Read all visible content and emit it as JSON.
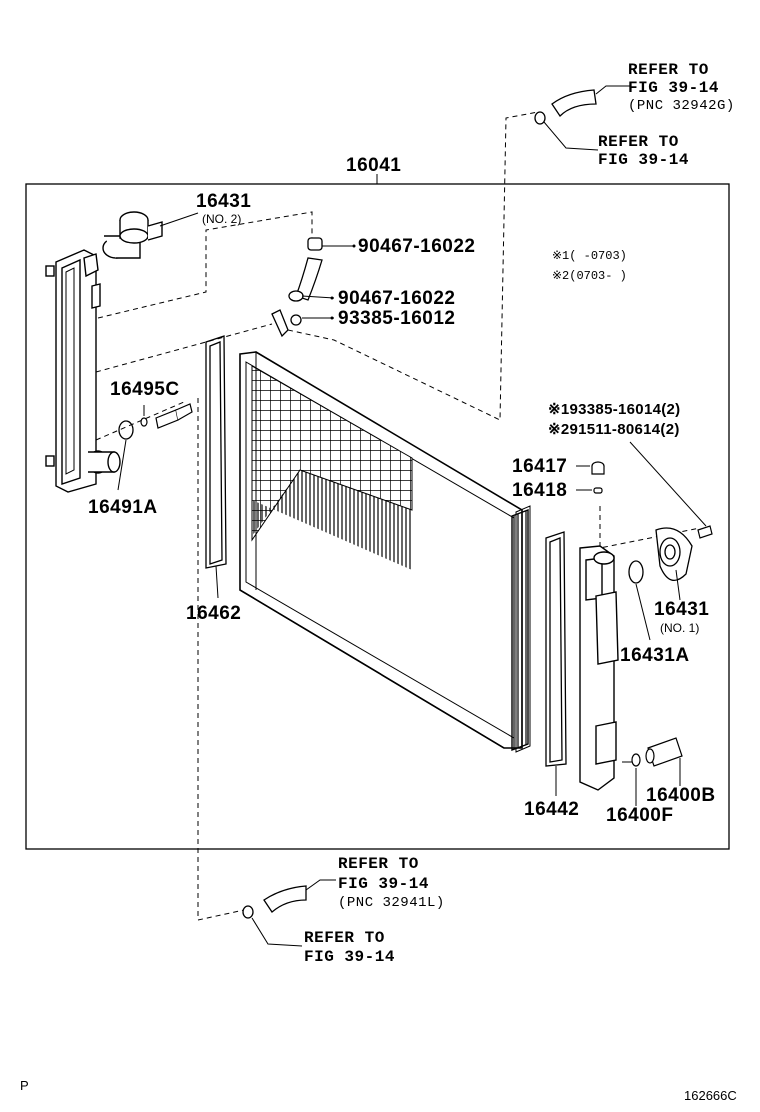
{
  "assembly": {
    "main_part": "16041"
  },
  "parts": {
    "p16431_top": {
      "number": "16431",
      "note": "(NO. 2)"
    },
    "p90467_16022_a": {
      "number": "90467-16022"
    },
    "p90467_16022_b": {
      "number": "90467-16022"
    },
    "p93385_16012": {
      "number": "93385-16012"
    },
    "p16495C": {
      "number": "16495C"
    },
    "p16491A": {
      "number": "16491A"
    },
    "p16462": {
      "number": "16462"
    },
    "p16417": {
      "number": "16417"
    },
    "p16418": {
      "number": "16418"
    },
    "p16431_right": {
      "number": "16431",
      "note": "(NO. 1)"
    },
    "p16431A": {
      "number": "16431A"
    },
    "p16442": {
      "number": "16442"
    },
    "p16400B": {
      "number": "16400B"
    },
    "p16400F": {
      "number": "16400F"
    }
  },
  "references": {
    "top_upper": {
      "line1": "REFER TO",
      "line2": "FIG 39-14",
      "line3": "(PNC 32942G)"
    },
    "top_lower": {
      "line1": "REFER TO",
      "line2": "FIG 39-14"
    },
    "bottom_upper": {
      "line1": "REFER TO",
      "line2": "FIG 39-14",
      "line3": "(PNC 32941L)"
    },
    "bottom_lower": {
      "line1": "REFER TO",
      "line2": "FIG 39-14"
    }
  },
  "notes": {
    "date1": "※1(     -0703)",
    "date2": "※2(0703-      )",
    "bolt1": "※193385-16014(2)",
    "bolt2": "※291511-80614(2)"
  },
  "footer": {
    "left_code": "P",
    "right_code": "162666C"
  }
}
